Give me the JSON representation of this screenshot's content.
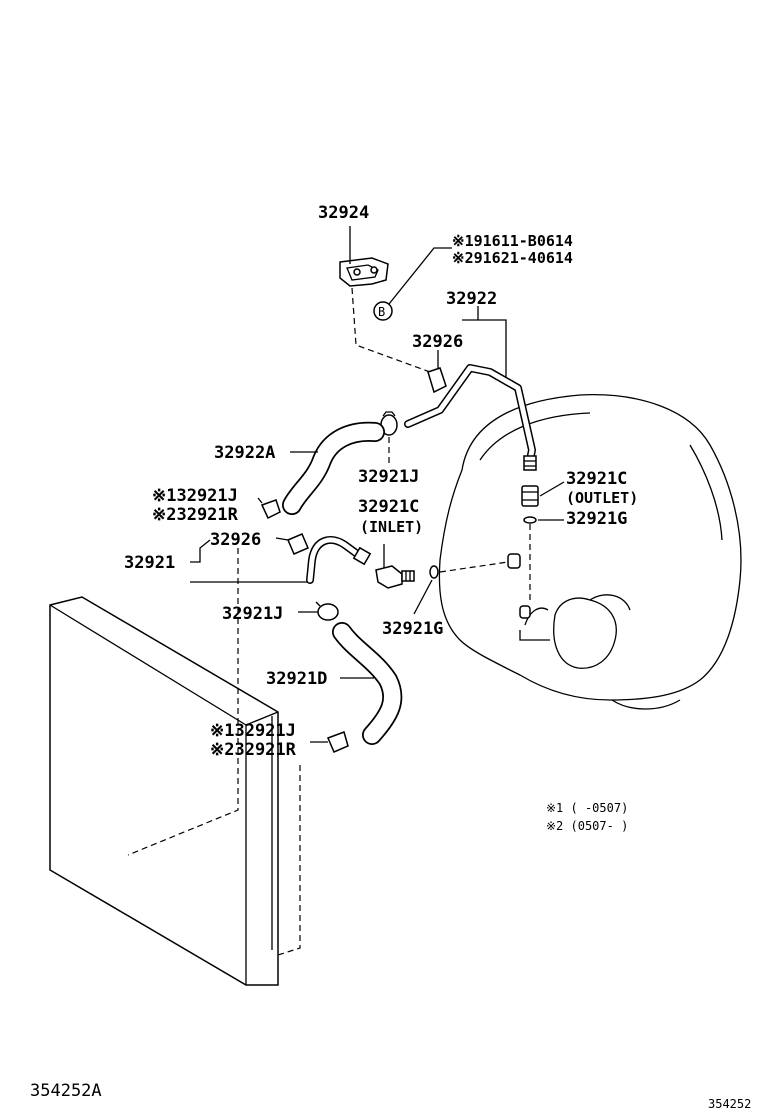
{
  "labels": {
    "p32924": "32924",
    "bolt_1": "※191611-B0614",
    "bolt_2": "※291621-40614",
    "bolt_callout": "B",
    "p32922": "32922",
    "p32926_top": "32926",
    "p32922A": "32922A",
    "p32921J_mid": "32921J",
    "p32921C_outlet": "32921C",
    "outlet_note": "(OUTLET)",
    "p32921G_right": "32921G",
    "p32921J_left1": "※132921J",
    "p32921R_left1": "※232921R",
    "p32921C_inlet": "32921C",
    "inlet_note": "(INLET)",
    "p32921": "32921",
    "p32926_low": "32926",
    "p32921J_low": "32921J",
    "p32921G_low": "32921G",
    "p32921D": "32921D",
    "p32921J_left2": "※132921J",
    "p32921R_left2": "※232921R",
    "legend_1": "※1 (      -0507)",
    "legend_2": "※2 (0507-      )",
    "diagram_code": "354252A",
    "corner_code": "354252"
  }
}
